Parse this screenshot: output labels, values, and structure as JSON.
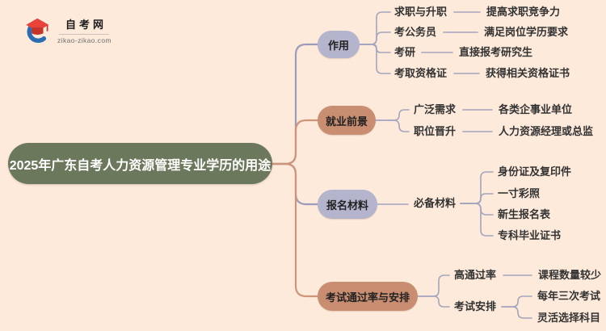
{
  "logo": {
    "site_name": "自考网",
    "site_url": "zikao-zikao.com"
  },
  "center": {
    "label": "2025年广东自考人力资源管理专业学历的用途"
  },
  "branches": [
    {
      "label": "作用",
      "children": [
        {
          "label": "求职与升职",
          "children": [
            {
              "label": "提高求职竞争力"
            }
          ]
        },
        {
          "label": "考公务员",
          "children": [
            {
              "label": "满足岗位学历要求"
            }
          ]
        },
        {
          "label": "考研",
          "children": [
            {
              "label": "直接报考研究生"
            }
          ]
        },
        {
          "label": "考取资格证",
          "children": [
            {
              "label": "获得相关资格证书"
            }
          ]
        }
      ]
    },
    {
      "label": "就业前景",
      "children": [
        {
          "label": "广泛需求",
          "children": [
            {
              "label": "各类企事业单位"
            }
          ]
        },
        {
          "label": "职位晋升",
          "children": [
            {
              "label": "人力资源经理或总监"
            }
          ]
        }
      ]
    },
    {
      "label": "报名材料",
      "children": [
        {
          "label": "必备材料",
          "children": [
            {
              "label": "身份证及复印件"
            },
            {
              "label": "一寸彩照"
            },
            {
              "label": "新生报名表"
            },
            {
              "label": "专科毕业证书"
            }
          ]
        }
      ]
    },
    {
      "label": "考试通过率与安排",
      "children": [
        {
          "label": "高通过率",
          "children": [
            {
              "label": "课程数量较少"
            }
          ]
        },
        {
          "label": "考试安排",
          "children": [
            {
              "label": "每年三次考试"
            },
            {
              "label": "灵活选择科目"
            }
          ]
        }
      ]
    }
  ],
  "colors": {
    "background": "#fdeadb",
    "center_bg": "#6c785b",
    "center_text": "#ffffff",
    "pill_lavender": "#b4b4cd",
    "pill_terracotta": "#c98e71",
    "pill_text": "#222222",
    "line_purple": "#9b9cba",
    "line_brown": "#cf957a",
    "line_slate": "#a3a4bf",
    "text_dark": "#333333",
    "logo_blue": "#2a6db5",
    "logo_red": "#e8423a",
    "logo_red_dark": "#c3352b",
    "logo_text": "#1c1c1c",
    "logo_url": "#6f6f6f",
    "logo_divider": "#c9c2ba"
  }
}
